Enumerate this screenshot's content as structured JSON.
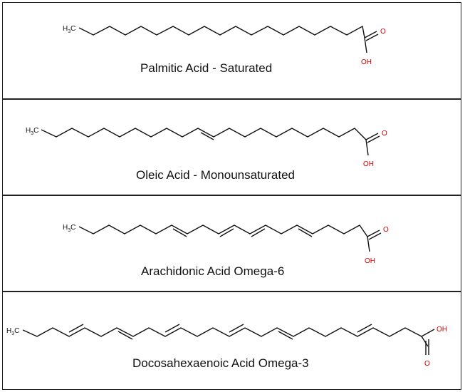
{
  "panels": [
    {
      "caption": "Palmitic Acid - Saturated",
      "methyl": {
        "base": "H",
        "sub": "3",
        "tail": "C"
      },
      "oxygen": "O",
      "hydroxyl": "OH",
      "double_bonds": 0
    },
    {
      "caption": "Oleic Acid - Monounsaturated",
      "methyl": {
        "base": "H",
        "sub": "3",
        "tail": "C"
      },
      "oxygen": "O",
      "hydroxyl": "OH",
      "double_bonds": 1
    },
    {
      "caption": "Arachidonic Acid Omega-6",
      "methyl": {
        "base": "H",
        "sub": "3",
        "tail": "C"
      },
      "oxygen": "O",
      "hydroxyl": "OH",
      "double_bonds": 4
    },
    {
      "caption": "Docosahexaenoic Acid Omega-3",
      "methyl": {
        "base": "H",
        "sub": "3",
        "tail": "C"
      },
      "oxygen": "O",
      "hydroxyl": "OH",
      "double_bonds": 6
    }
  ],
  "colors": {
    "bond": "#111111",
    "heteroatom": "#cc0000",
    "border": "#222222"
  }
}
